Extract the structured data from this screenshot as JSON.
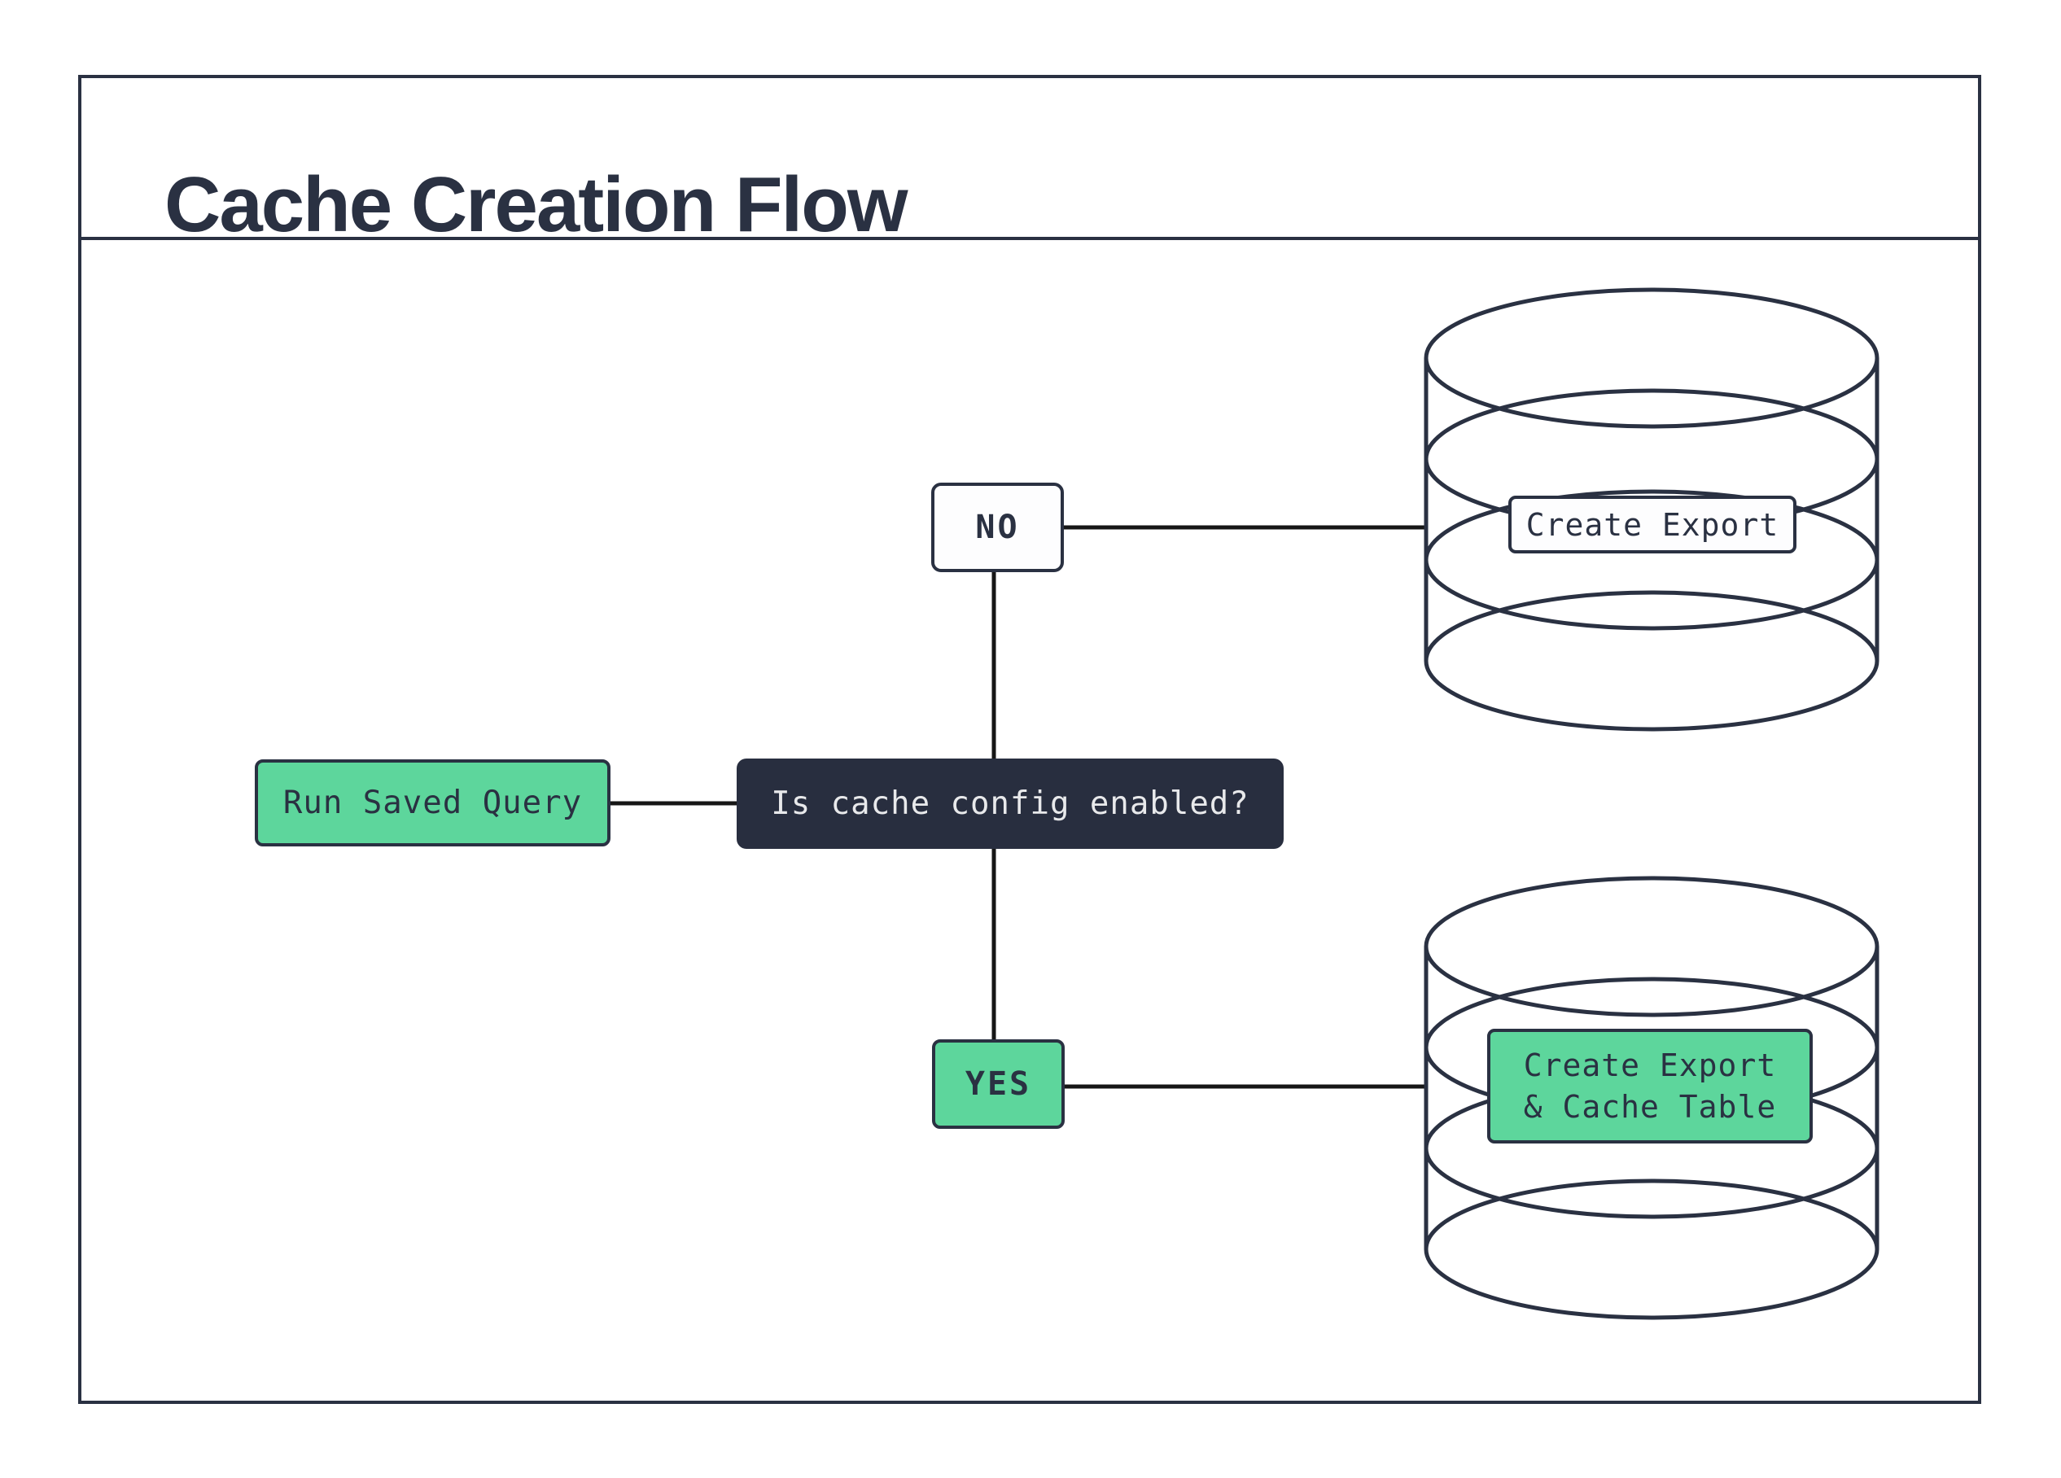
{
  "title": "Cache Creation Flow",
  "nodes": {
    "start": {
      "label": "Run Saved Query"
    },
    "decision": {
      "label": "Is cache config enabled?"
    },
    "no_branch": {
      "label": "NO"
    },
    "yes_branch": {
      "label": "YES"
    },
    "no_result": {
      "label": "Create Export"
    },
    "yes_result": {
      "lines": [
        "Create Export",
        "& Cache Table"
      ]
    }
  },
  "icons": {
    "no_result_database": "database-icon",
    "yes_result_database": "database-icon"
  },
  "colors": {
    "accent_green": "#5DD69C",
    "navy": "#2A3142",
    "decision_bg": "#282E3F",
    "decision_text": "#E8E9EB",
    "connector_black": "#161616",
    "node_white": "#FDFDFE",
    "background": "#FFFFFF"
  }
}
